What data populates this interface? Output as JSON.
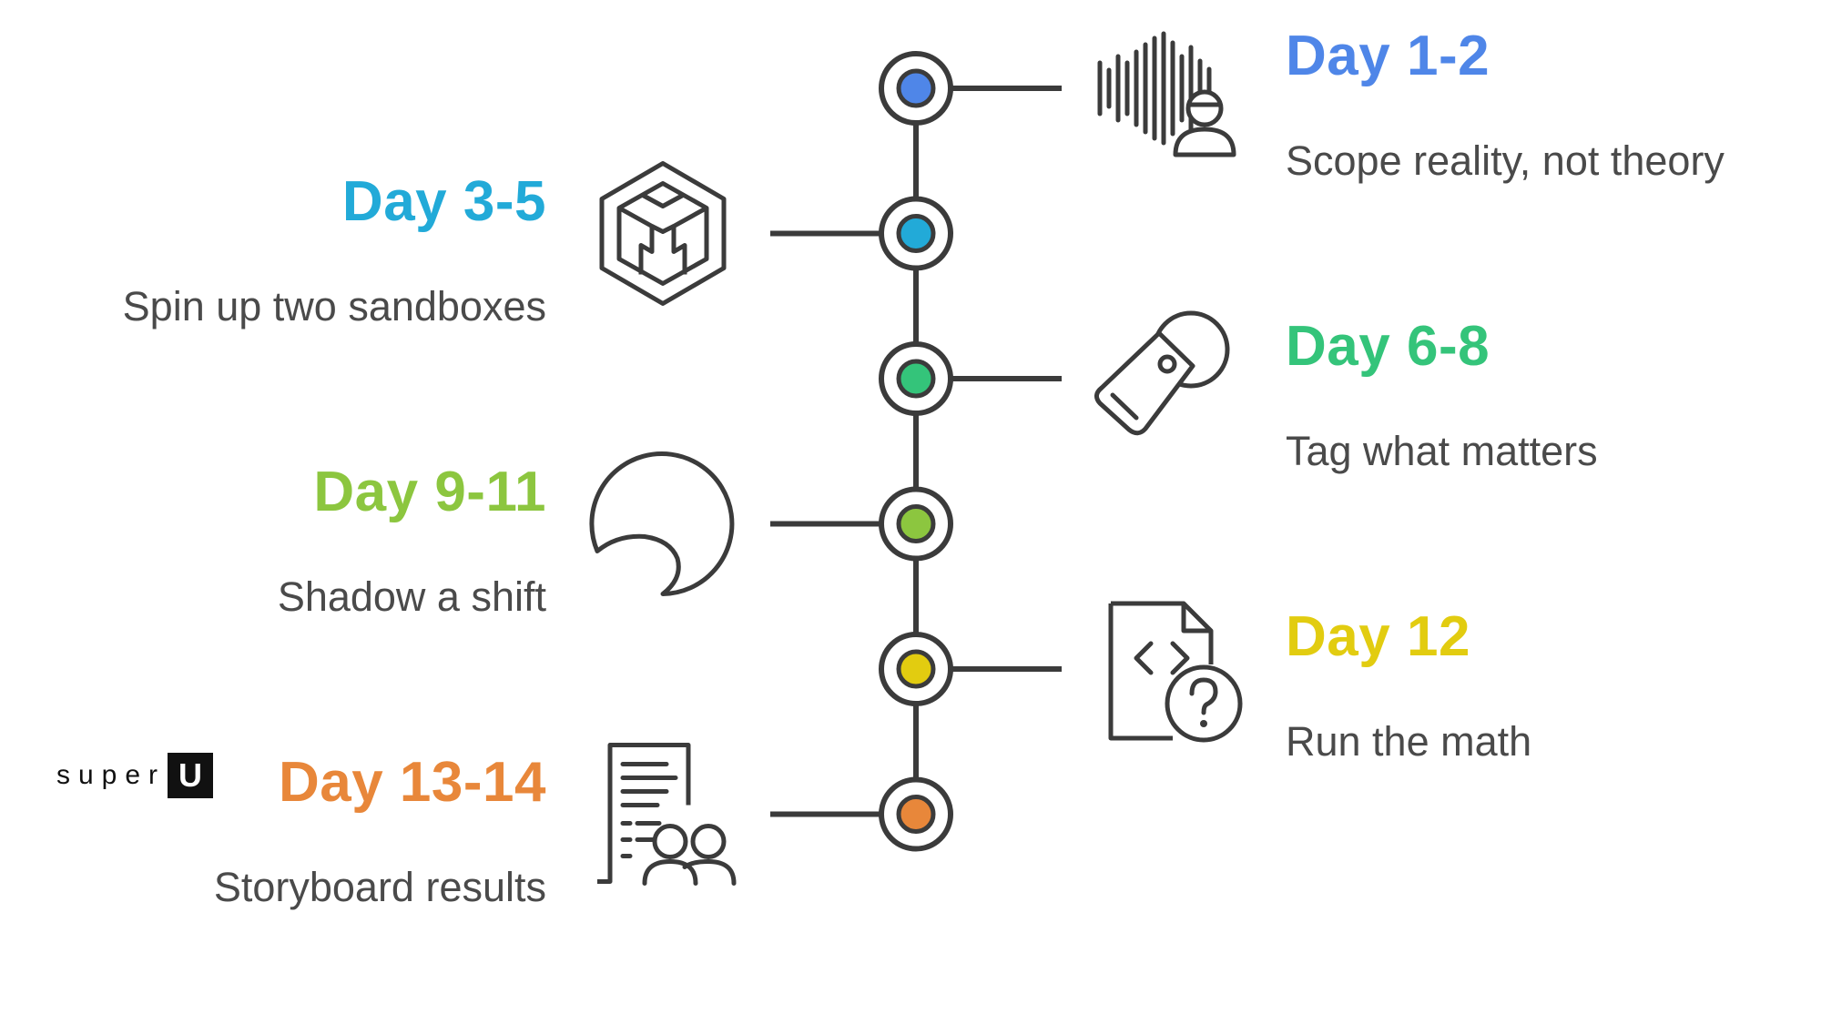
{
  "milestones": [
    {
      "title": "Day 1-2",
      "description": "Scope reality, not theory",
      "side": "right",
      "color": "#4f86e8",
      "icon": "soundwave-person-icon"
    },
    {
      "title": "Day 3-5",
      "description": "Spin up two sandboxes",
      "side": "left",
      "color": "#22aad8",
      "icon": "cube-icon"
    },
    {
      "title": "Day 6-8",
      "description": "Tag what matters",
      "side": "right",
      "color": "#34c47a",
      "icon": "tag-icon"
    },
    {
      "title": "Day 9-11",
      "description": "Shadow a shift",
      "side": "left",
      "color": "#8cc63f",
      "icon": "shadow-circle-icon"
    },
    {
      "title": "Day 12",
      "description": "Run the math",
      "side": "right",
      "color": "#e2cc10",
      "icon": "code-file-question-icon"
    },
    {
      "title": "Day 13-14",
      "description": "Storyboard results",
      "side": "left",
      "color": "#e8873a",
      "icon": "document-people-icon"
    }
  ],
  "logo": {
    "text": "super",
    "badge": "U"
  }
}
